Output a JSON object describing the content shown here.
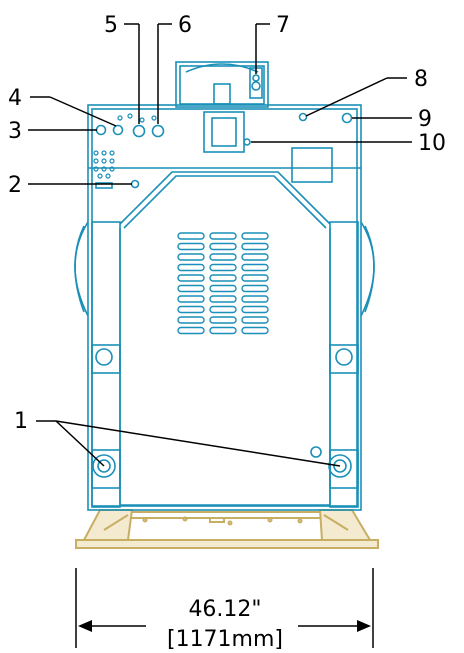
{
  "colors": {
    "outline": "#1a8fb8",
    "base": "#c8ae62",
    "leader": "#000000",
    "background": "#ffffff"
  },
  "callouts": {
    "c1": "1",
    "c2": "2",
    "c3": "3",
    "c4": "4",
    "c5": "5",
    "c6": "6",
    "c7": "7",
    "c8": "8",
    "c9": "9",
    "c10": "10"
  },
  "dimension": {
    "imperial": "46.12\"",
    "metric": "[1171mm]"
  }
}
